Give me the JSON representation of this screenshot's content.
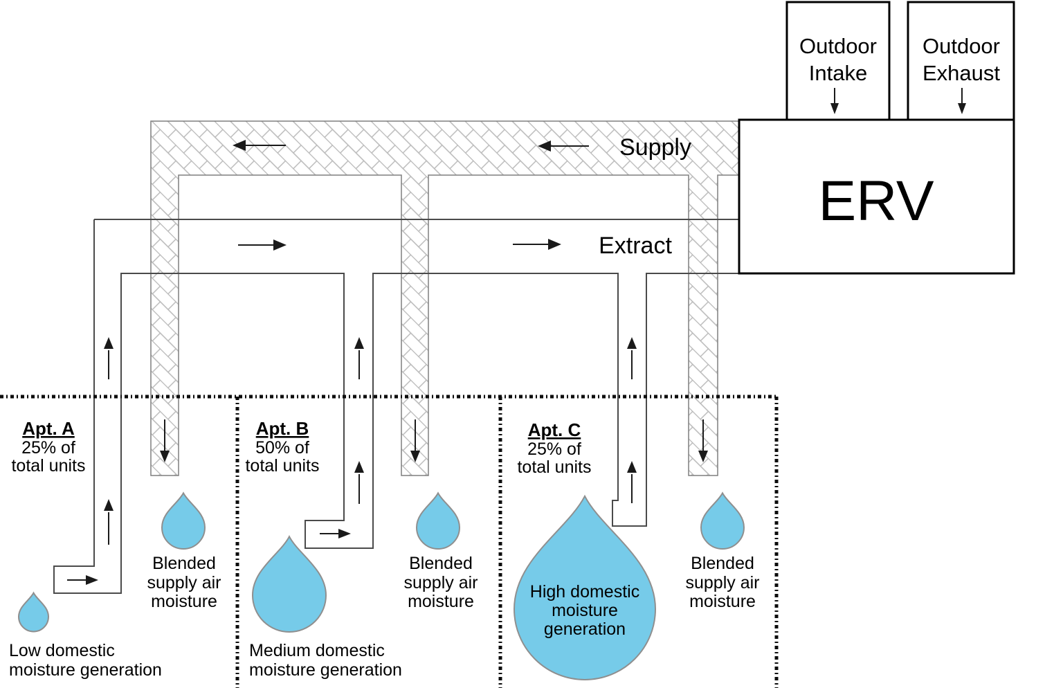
{
  "diagram": {
    "erv_label": "ERV",
    "supply_label": "Supply",
    "extract_label": "Extract",
    "outdoor_intake": {
      "line1": "Outdoor",
      "line2": "Intake"
    },
    "outdoor_exhaust": {
      "line1": "Outdoor",
      "line2": "Exhaust"
    }
  },
  "apartments": [
    {
      "name": "Apt. A",
      "share": "25% of",
      "share2": "total units",
      "generation": [
        "Low domestic",
        "moisture generation"
      ],
      "generation_level": "low",
      "blended": [
        "Blended",
        "supply air",
        "moisture"
      ]
    },
    {
      "name": "Apt. B",
      "share": "50% of",
      "share2": "total units",
      "generation": [
        "Medium domestic",
        "moisture generation"
      ],
      "generation_level": "medium",
      "blended": [
        "Blended",
        "supply air",
        "moisture"
      ]
    },
    {
      "name": "Apt. C",
      "share": "25% of",
      "share2": "total units",
      "generation": [
        "High domestic",
        "moisture",
        "generation"
      ],
      "generation_level": "high",
      "blended": [
        "Blended",
        "supply air",
        "moisture"
      ]
    }
  ],
  "colors": {
    "droplet_fill": "#76cbe9",
    "droplet_stroke": "#8f8f8f",
    "hatch_line": "#b8b8b8",
    "duct_outline": "#4a4a4a",
    "supply_outline": "#7f7f7f",
    "box_stroke": "#000000",
    "arrow": "#1a1a1a"
  }
}
